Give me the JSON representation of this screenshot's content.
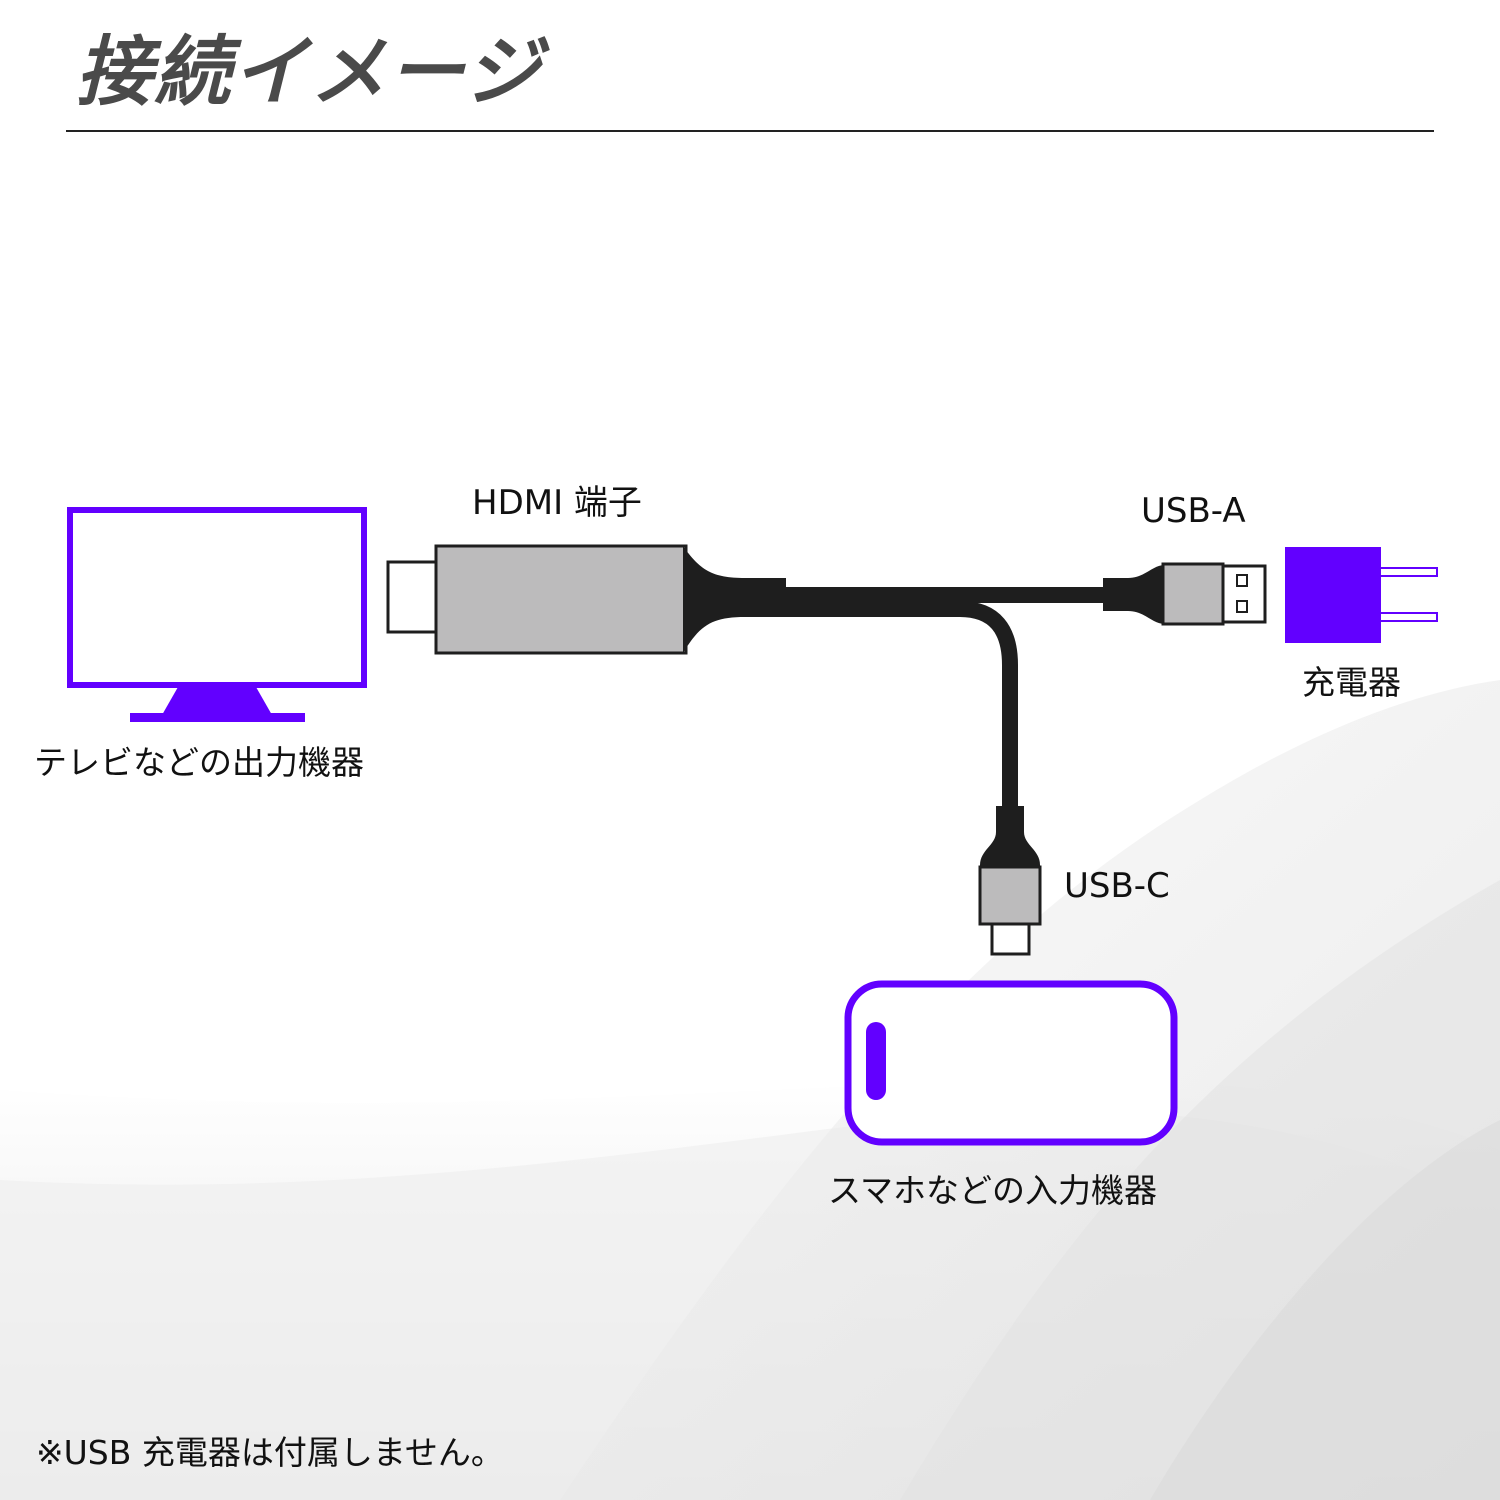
{
  "title": "接続イメージ",
  "labels": {
    "hdmi": "HDMI 端子",
    "usb_a": "USB-A",
    "usb_c": "USB-C",
    "tv": "テレビなどの出力機器",
    "charger": "充電器",
    "phone": "スマホなどの入力機器"
  },
  "note": "※USB 充電器は付属しません。",
  "colors": {
    "accent": "#6200ff",
    "cable": "#1e1e1e",
    "connector_metal": "#bcbbbc",
    "text": "#111111",
    "title": "#4a4a4a"
  }
}
